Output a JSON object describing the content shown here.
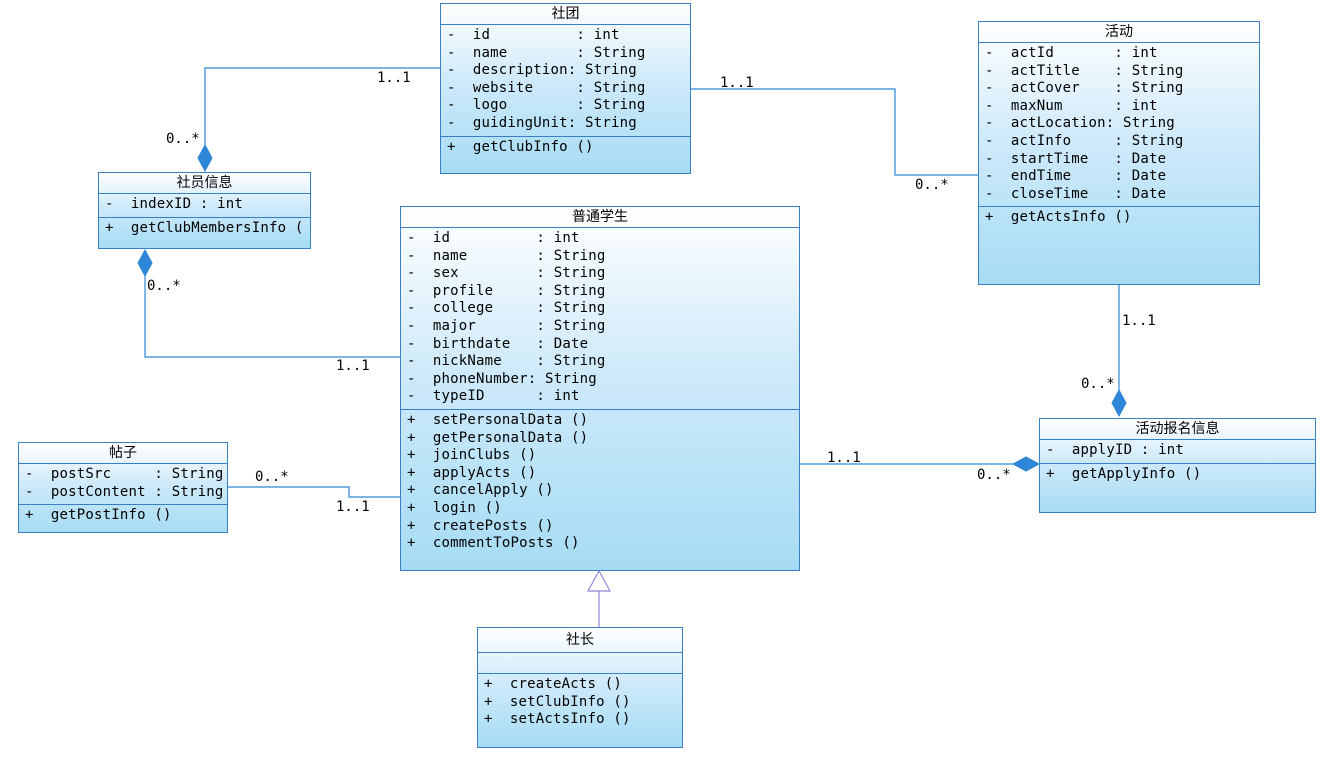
{
  "classes": {
    "club": {
      "title": "社团",
      "attributes": [
        "-  id          : int",
        "-  name        : String",
        "-  description: String",
        "-  website     : String",
        "-  logo        : String",
        "-  guidingUnit: String"
      ],
      "methods": [
        "+  getClubInfo ()"
      ]
    },
    "activity": {
      "title": "活动",
      "attributes": [
        "-  actId       : int",
        "-  actTitle    : String",
        "-  actCover    : String",
        "-  maxNum      : int",
        "-  actLocation: String",
        "-  actInfo     : String",
        "-  startTime   : Date",
        "-  endTime     : Date",
        "-  closeTime   : Date"
      ],
      "methods": [
        "+  getActsInfo ()"
      ]
    },
    "member_info": {
      "title": "社员信息",
      "attributes": [
        "-  indexID : int"
      ],
      "methods": [
        "+  getClubMembersInfo ("
      ]
    },
    "student": {
      "title": "普通学生",
      "attributes": [
        "-  id          : int",
        "-  name        : String",
        "-  sex         : String",
        "-  profile     : String",
        "-  college     : String",
        "-  major       : String",
        "-  birthdate   : Date",
        "-  nickName    : String",
        "-  phoneNumber: String",
        "-  typeID      : int"
      ],
      "methods": [
        "+  setPersonalData ()",
        "+  getPersonalData ()",
        "+  joinClubs ()",
        "+  applyActs ()",
        "+  cancelApply ()",
        "+  login ()",
        "+  createPosts ()",
        "+  commentToPosts ()"
      ]
    },
    "post": {
      "title": "帖子",
      "attributes": [
        "-  postSrc     : String",
        "-  postContent : String"
      ],
      "methods": [
        "+  getPostInfo ()"
      ]
    },
    "apply_info": {
      "title": "活动报名信息",
      "attributes": [
        "-  applyID : int"
      ],
      "methods": [
        "+  getApplyInfo ()"
      ]
    },
    "president": {
      "title": "社长",
      "attributes": [],
      "methods": [
        "+  createActs ()",
        "+  setClubInfo ()",
        "+  setActsInfo ()"
      ]
    }
  },
  "multiplicities": {
    "club_member_1": "1..1",
    "club_member_2": "0..*",
    "club_activity_1": "1..1",
    "club_activity_2": "0..*",
    "member_student_1": "0..*",
    "member_student_2": "1..1",
    "activity_apply_1": "1..1",
    "activity_apply_2": "0..*",
    "student_apply_1": "1..1",
    "student_apply_2": "0..*",
    "post_student_1": "0..*",
    "post_student_2": "1..1"
  },
  "colors": {
    "line": "#2e86d8",
    "border": "#3a7fc4",
    "fill_start": "#ffffff",
    "fill_end": "#a6dcf4",
    "inherit_arrow": "#8a8ad8"
  }
}
